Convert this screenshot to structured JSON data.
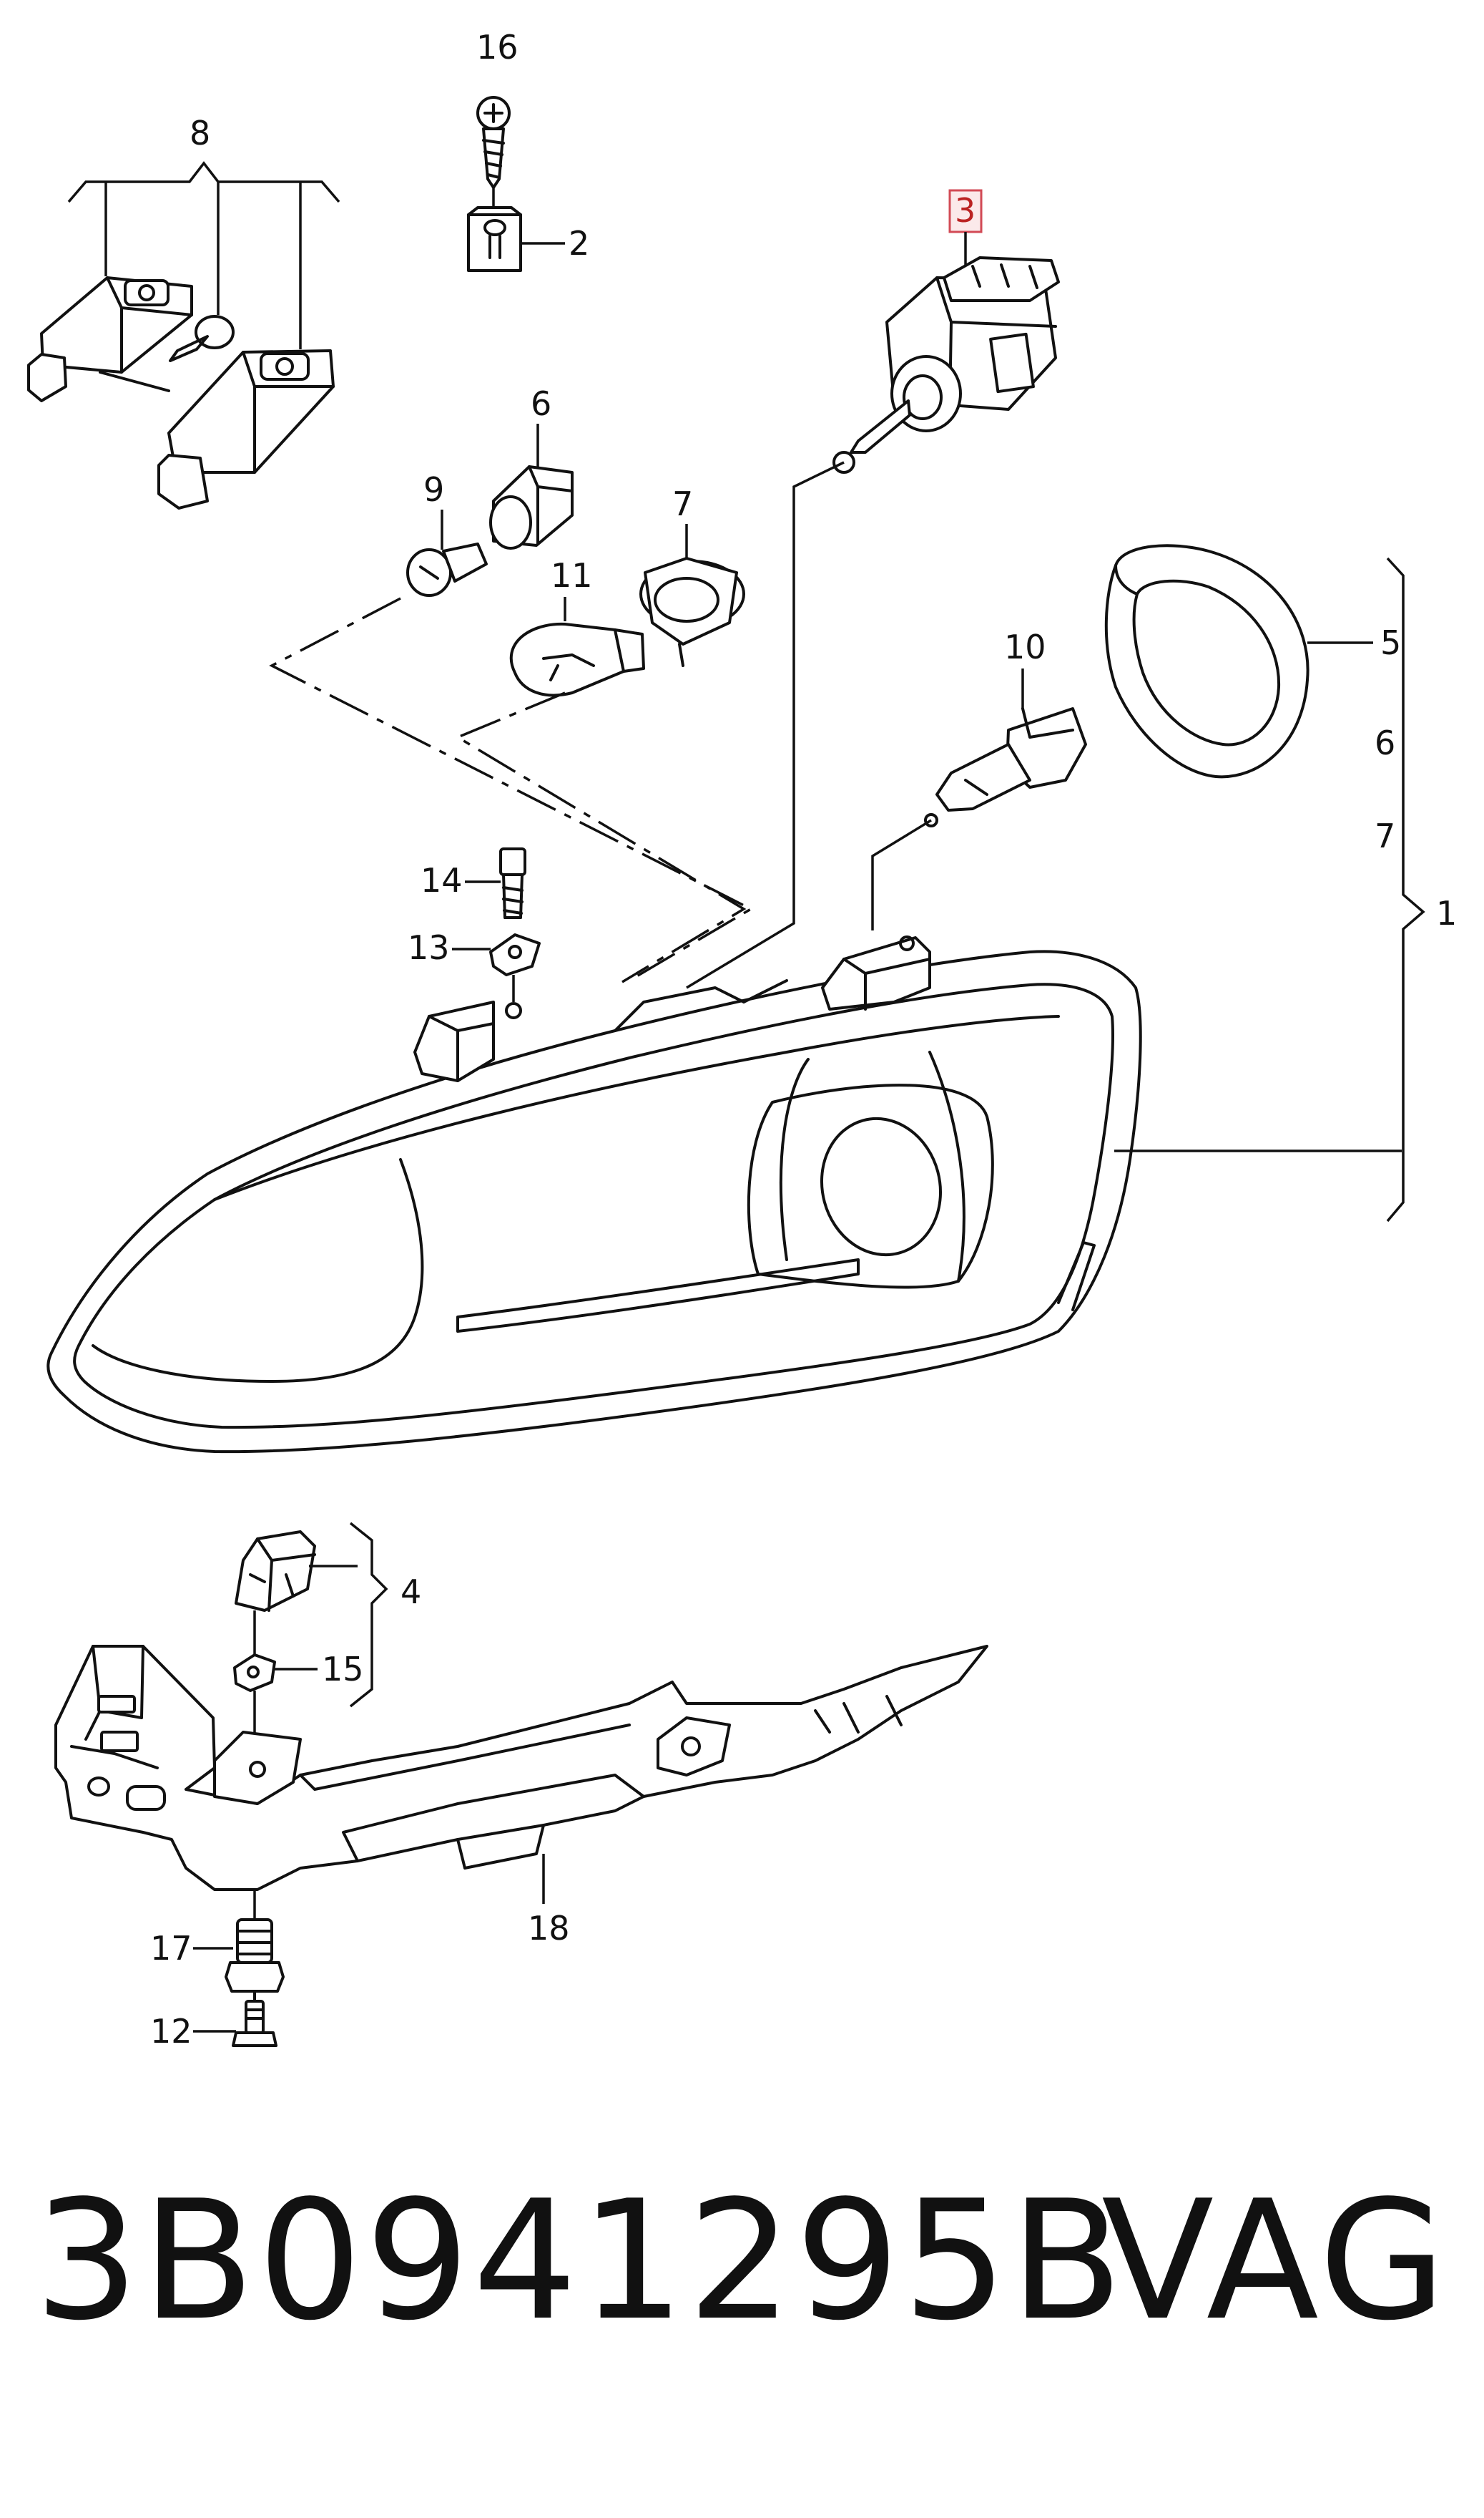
{
  "callouts": {
    "c1": "1",
    "c2": "2",
    "c3": "3",
    "c4": "4",
    "c5": "5",
    "c6": "6",
    "c7": "7",
    "c8": "8",
    "c9": "9",
    "c10": "10",
    "c11": "11",
    "c12": "12",
    "c13": "13",
    "c14": "14",
    "c15": "15",
    "c16": "16",
    "c17": "17",
    "c18": "18",
    "brace1_6": "6",
    "brace1_7": "7",
    "brace4_15": "15"
  },
  "highlighted_callout": "3",
  "colors": {
    "line": "#111111",
    "highlight_fill": "#fbe9ea",
    "highlight_stroke": "#d24a55",
    "background": "#ffffff"
  },
  "footer": {
    "part_number": "3B0941295B",
    "brand": "VAG"
  }
}
